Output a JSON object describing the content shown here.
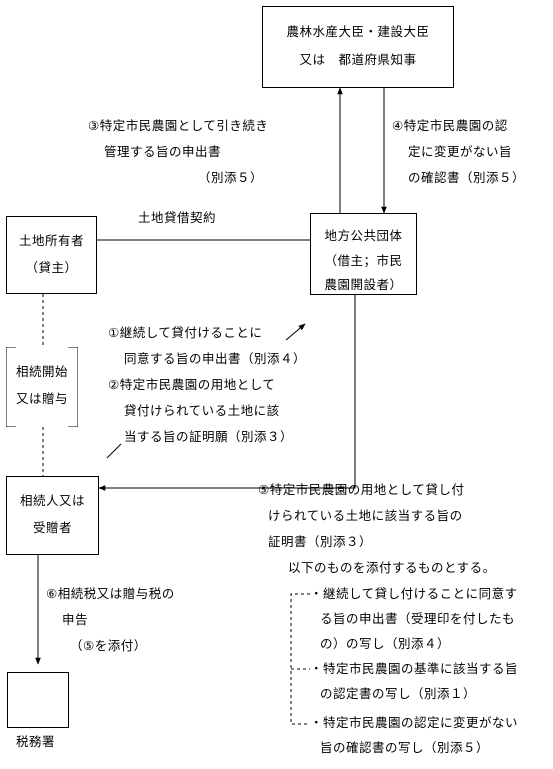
{
  "boxes": {
    "ministry": {
      "line1": "農林水産大臣・建設大臣",
      "line2": "又は　都道府県知事"
    },
    "owner": {
      "line1": "土地所有者",
      "line2": "（貸主）"
    },
    "local_gov": {
      "line1": "地方公共団体",
      "line2": "（借主；市民",
      "line3": "農園開設者）"
    },
    "inheritance_start": {
      "line1": "相続開始",
      "line2": "又は贈与"
    },
    "heir": {
      "line1": "相続人又は",
      "line2": "受贈者"
    },
    "tax_office": {
      "label": "税務署"
    }
  },
  "edges": {
    "e3": {
      "line1": "③特定市民農園として引き続き",
      "line2": "管理する旨の申出書",
      "line3": "（別添５）"
    },
    "e4": {
      "line1": "④特定市民農園の認",
      "line2": "定に変更がない旨",
      "line3": "の確認書（別添５）"
    },
    "lease": {
      "label": "土地貸借契約"
    },
    "e12": {
      "line1": "①継続して貸付けることに",
      "line2": "同意する旨の申出書（別添４）",
      "line3": "②特定市民農園の用地として",
      "line4": "貸付けられている土地に該",
      "line5": "当する旨の証明願（別添３）"
    },
    "e5": {
      "line1": "⑤特定市民農園の用地として貸し付",
      "line2": "けられている土地に該当する旨の",
      "line3": "証明書（別添３）",
      "line4": "以下のものを添付するものとする。",
      "items": [
        {
          "line1": "・継続して貸し付けることに同意す",
          "line2": "る旨の申出書（受理印を付したも",
          "line3": "の）の写し（別添４）"
        },
        {
          "line1": "・特定市民農園の基準に該当する旨",
          "line2": "の認定書の写し（別添１）"
        },
        {
          "line1": "・特定市民農園の認定に変更がない",
          "line2": "旨の確認書の写し（別添５）"
        }
      ]
    },
    "e6": {
      "line1": "⑥相続税又は贈与税の",
      "line2": "申告",
      "line3": "（⑤を添付）"
    }
  }
}
